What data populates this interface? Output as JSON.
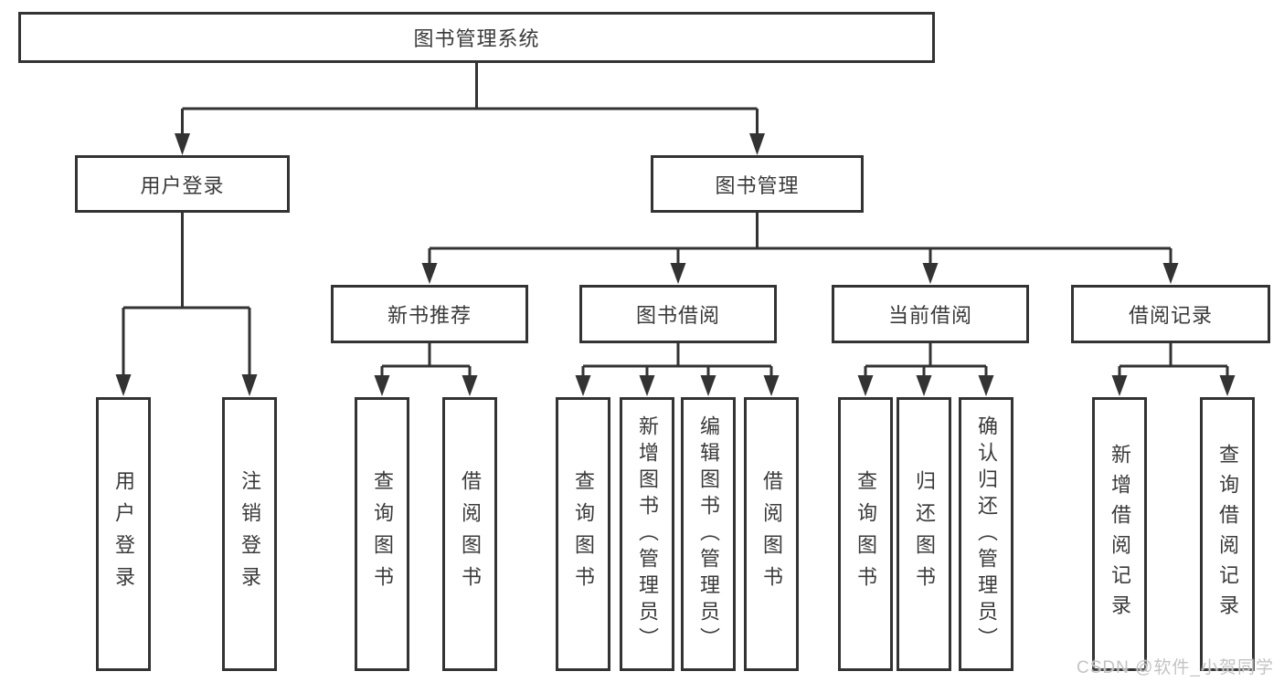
{
  "page": {
    "watermark": "CSDN @软件_小贺同学",
    "colors": {
      "line": "#333333",
      "text": "#3a3a3a",
      "background": "#ffffff",
      "watermark": "#c3c3c3"
    }
  },
  "diagram": {
    "root": {
      "label": "图书管理系统"
    },
    "level2": [
      {
        "label": "用户登录"
      },
      {
        "label": "图书管理"
      }
    ],
    "level3": [
      {
        "label": "新书推荐"
      },
      {
        "label": "图书借阅"
      },
      {
        "label": "当前借阅"
      },
      {
        "label": "借阅记录"
      }
    ],
    "leaves": {
      "user_login": [
        {
          "label": "用户登录"
        },
        {
          "label": "注销登录"
        }
      ],
      "new_book": [
        {
          "label": "查询图书"
        },
        {
          "label": "借阅图书"
        }
      ],
      "book_borrow": [
        {
          "label": "查询图书"
        },
        {
          "label": "新增图书（管理员）"
        },
        {
          "label": "编辑图书（管理员）"
        },
        {
          "label": "借阅图书"
        }
      ],
      "current_borrow": [
        {
          "label": "查询图书"
        },
        {
          "label": "归还图书"
        },
        {
          "label": "确认归还（管理员）"
        }
      ],
      "borrow_record": [
        {
          "label": "新增借阅记录"
        },
        {
          "label": "查询借阅记录"
        }
      ]
    }
  }
}
